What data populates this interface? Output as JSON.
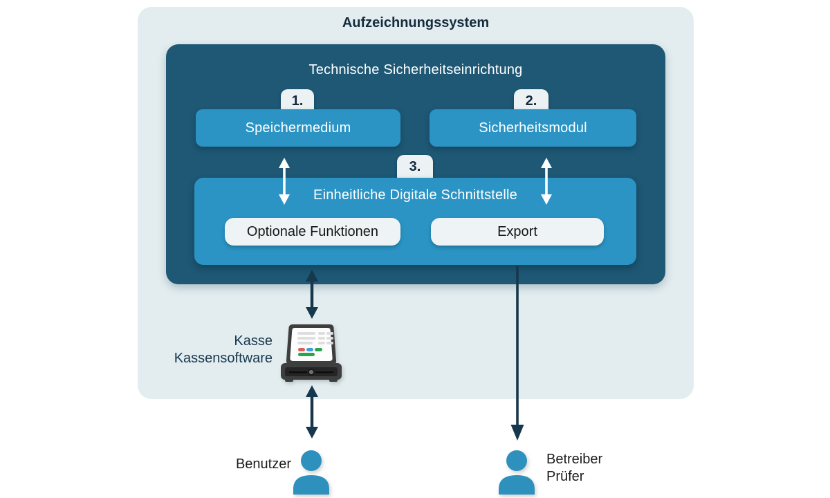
{
  "system": {
    "title": "Aufzeichnungssystem"
  },
  "tse": {
    "title": "Technische Sicherheitseinrichtung",
    "modules": [
      {
        "badge": "1.",
        "label": "Speichermedium"
      },
      {
        "badge": "2.",
        "label": "Sicherheitsmodul"
      },
      {
        "badge": "3.",
        "label": "Einheitliche Digitale Schnittstelle",
        "children": [
          {
            "label": "Optionale Funktionen"
          },
          {
            "label": "Export"
          }
        ]
      }
    ]
  },
  "actors": {
    "kasse": {
      "line1": "Kasse",
      "line2": "Kassensoftware"
    },
    "benutzer": {
      "label": "Benutzer"
    },
    "betreiber": {
      "line1": "Betreiber",
      "line2": "Prüfer"
    }
  },
  "palette": {
    "outer_bg": "#e3edf0",
    "tse_bg": "#1e5875",
    "module_bg": "#2b94c4",
    "pill_bg": "#eef4f5",
    "badge_bg": "#ecf2f4",
    "dark_arrow": "#16374c",
    "white_arrow": "#ffffff",
    "person_blue": "#2e90bd",
    "title_text": "#142c3e"
  }
}
